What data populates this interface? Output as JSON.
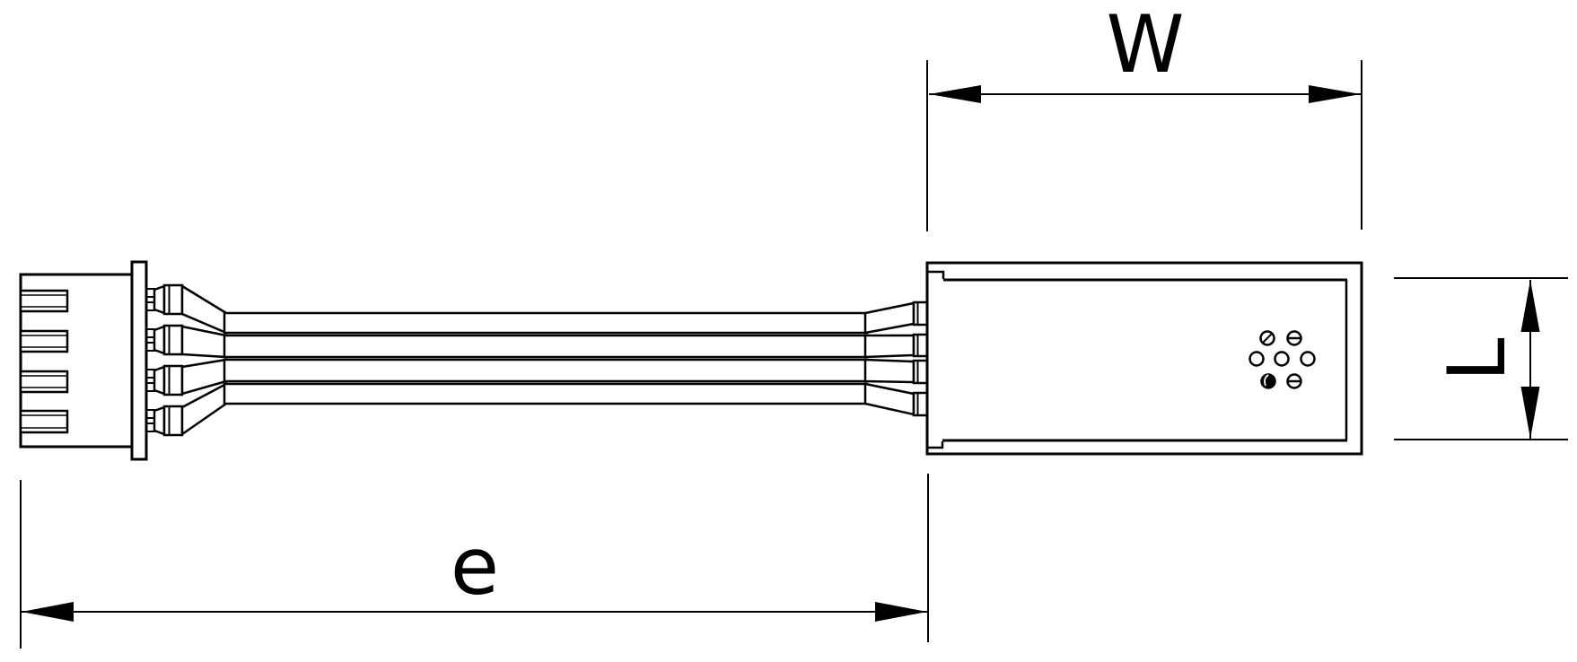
{
  "drawing": {
    "type": "technical-drawing",
    "subject": "Cable assembly: 4-way crimp plug connector with 4-wire ribbon lead into receptacle housing",
    "background_color": "#ffffff",
    "line_color": "#000000"
  },
  "dimension_labels": {
    "housing_width": "W",
    "cable_length": "e",
    "housing_height": "L"
  },
  "components": {
    "left_connector": {
      "name": "crimp-plug-connector",
      "slot_count": 4,
      "terminal_count": 4
    },
    "cable": {
      "wire_count": 4
    },
    "right_connector": {
      "name": "receptacle-housing",
      "hole_count": 7,
      "hole_marks": [
        "slash",
        "minus",
        "plain",
        "plain",
        "plain",
        "filled",
        "minus"
      ]
    }
  }
}
